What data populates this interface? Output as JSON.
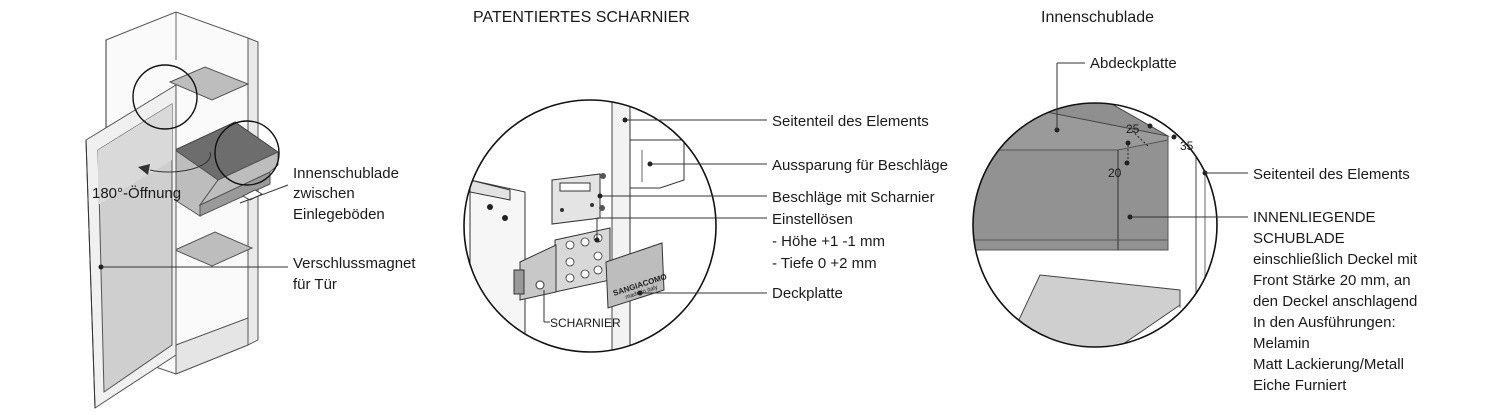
{
  "cabinet": {
    "opening_label": "180°-Öffnung",
    "drawer_label": [
      "Innenschublade",
      "zwischen",
      "Einlegeböden"
    ],
    "magnet_label": [
      "Verschlussmagnet",
      "für Tür"
    ]
  },
  "hinge": {
    "title": "PATENTIERTES SCHARNIER",
    "callouts": [
      "Seitenteil des Elements",
      "Aussparung für Beschläge",
      "Beschläge mit Scharnier",
      "Einstellösen",
      "- Höhe +1 -1 mm",
      "- Tiefe 0 +2 mm",
      "Deckplatte"
    ],
    "hinge_label": "SCHARNIER",
    "plate_brand": "SANGIACOMO",
    "plate_sub": "made in italy"
  },
  "drawer": {
    "title": "Innenschublade",
    "cover_label": "Abdeckplatte",
    "side_label": "Seitenteil des Elements",
    "dims": [
      "25",
      "35",
      "20"
    ],
    "description": [
      "INNENLIEGENDE",
      "SCHUBLADE",
      "einschließlich Deckel mit",
      "Front Stärke 20 mm, an",
      "den Deckel anschlagend",
      "In den Ausführungen:",
      "Melamin",
      "Matt Lackierung/Metall",
      "Eiche Furniert"
    ]
  }
}
